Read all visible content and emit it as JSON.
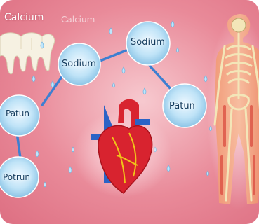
{
  "title": "Calcium",
  "title_ghost": "Calcium",
  "nodes": {
    "sodium_top": "Sodium",
    "sodium_mid": "Sodium",
    "patun_left": "Patun",
    "patun_right": "Patun",
    "potrun_bottom": "Potrun"
  },
  "icons": {
    "teeth": "teeth-icon",
    "heart": "heart-icon",
    "skeleton": "human-skeleton-icon",
    "droplet": "water-droplet-icon"
  },
  "colors": {
    "background": "#e98a99",
    "node_fill": "#bfe3f7",
    "connector": "#3d7fd1",
    "heart_red": "#d8232f",
    "vessel_blue": "#2b63c6",
    "bone": "#f3e6b8"
  }
}
